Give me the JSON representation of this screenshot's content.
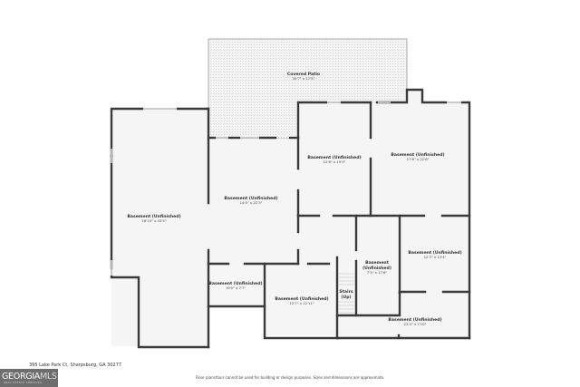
{
  "rooms": [
    {
      "id": "covered-patio",
      "label": "Covered Patio",
      "dims": "35'7\" x 17'5\""
    },
    {
      "id": "basement-left",
      "label": "Basement (Unfinished)",
      "dims": "16'10\" x 42'5\""
    },
    {
      "id": "basement-center",
      "label": "Basement (Unfinished)",
      "dims": "14'0\" x 22'3\""
    },
    {
      "id": "basement-upper-mid",
      "label": "Basement (Unfinished)",
      "dims": "12'6\" x 19'9\""
    },
    {
      "id": "basement-upper-right",
      "label": "Basement (Unfinished)",
      "dims": "17'6\" x 22'6\""
    },
    {
      "id": "basement-small-left",
      "label": "Basement (Unfinished)",
      "dims": "10'0\" x 7'7\""
    },
    {
      "id": "basement-lower-mid",
      "label": "Basement (Unfinished)",
      "dims": "12'7\" x 12'11\""
    },
    {
      "id": "basement-narrow",
      "label_lines": [
        "Basement",
        "(Unfinished)"
      ],
      "dims": "7'3\" x 17'6\""
    },
    {
      "id": "basement-mid-right",
      "label": "Basement (Unfinished)",
      "dims": "12'3\" x 13'4\""
    },
    {
      "id": "basement-bottom-right",
      "label": "Basement (Unfinished)",
      "dims": "23'4\" x 7'10\""
    },
    {
      "id": "stairs",
      "label_lines": [
        "Stairs",
        "(Up)"
      ]
    }
  ],
  "footer": {
    "address": "395 Lake Park Ct, Sharpsburg, GA 30277",
    "disclaimer": "Floor plans/tour cannot be used for building or design purposes. Sizes and dimensions are approximate.",
    "logo_brand": "GEORGIA",
    "logo_mls": "MLS",
    "logo_sub": "REAL ESTATE SERVICES"
  },
  "colors": {
    "wall": "#3a3a3a",
    "floor": "#f5f5f5",
    "patio_dot": "#cfcfcf",
    "window": "#c9c9c9"
  }
}
